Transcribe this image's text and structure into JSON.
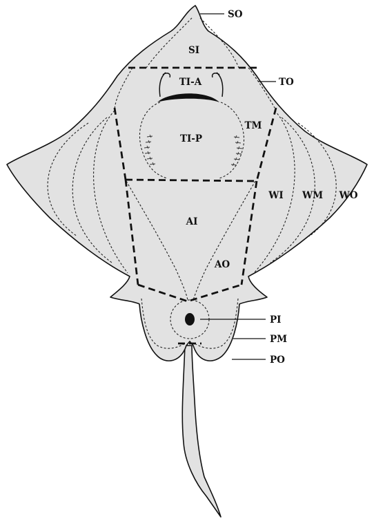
{
  "labels": {
    "so": "SO",
    "si": "SI",
    "to": "TO",
    "ti_a": "TI-A",
    "tm": "TM",
    "ti_p": "TI-P",
    "wi": "WI",
    "wm": "WM",
    "wo": "WO",
    "ai": "AI",
    "ao": "AO",
    "pi": "PI",
    "pm": "PM",
    "po": "PO"
  }
}
